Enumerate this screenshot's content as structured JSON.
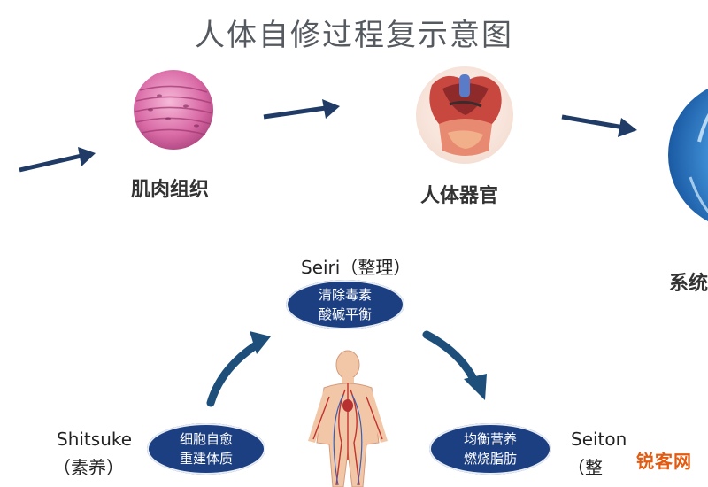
{
  "title": "人体自修过程复示意图",
  "stages": [
    {
      "label": "肌肉组织"
    },
    {
      "label": "人体器官"
    },
    {
      "label": "系统"
    }
  ],
  "cycle": {
    "top": {
      "phase": "Seiri（整理）",
      "line1": "清除毒素",
      "line2": "酸碱平衡"
    },
    "left": {
      "phase_en": "Shitsuke",
      "phase_cn": "（素养）",
      "line1": "细胞自愈",
      "line2": "重建体质"
    },
    "right": {
      "phase_en": "Seiton",
      "phase_cn": "（整",
      "line1": "均衡营养",
      "line2": "燃烧脂肪"
    }
  },
  "watermark": "锐客网",
  "colors": {
    "ellipse": "#1c3f82",
    "arrow_top": "#1f3b66",
    "arrow_cycle": "#1d4f7a",
    "muscle": "#d96aa6",
    "watermark": "#e25b10"
  }
}
